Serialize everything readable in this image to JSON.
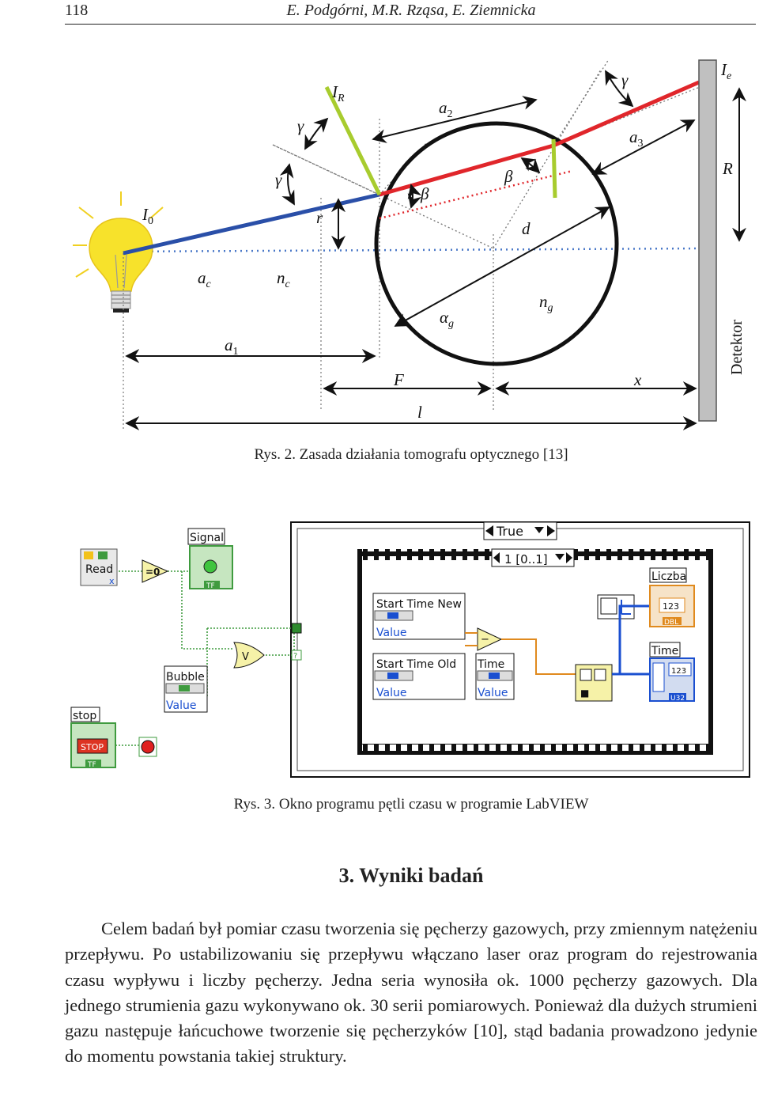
{
  "header": {
    "page_number": "118",
    "running_head": "E. Podgórni, M.R. Rząsa, E. Ziemnicka"
  },
  "figure2": {
    "caption": "Rys. 2. Zasada działania tomografu optycznego [13]",
    "labels": {
      "I0": "I",
      "I0_sub": "0",
      "IR": "I",
      "IR_sub": "R",
      "Ie": "I",
      "Ie_sub": "e",
      "a2": "a",
      "a2_sub": "2",
      "a3": "a",
      "a3_sub": "3",
      "a1": "a",
      "a1_sub": "1",
      "ac": "a",
      "ac_sub": "c",
      "nc": "n",
      "nc_sub": "c",
      "ng": "n",
      "ng_sub": "g",
      "alpha_g": "α",
      "alpha_g_sub": "g",
      "gamma": "γ",
      "beta": "β",
      "r": "r",
      "d": "d",
      "R": "R",
      "F": "F",
      "x": "x",
      "l": "l",
      "detector": "Detektor"
    }
  },
  "figure3": {
    "caption": "Rys. 3. Okno programu pętli czasu w programie LabVIEW",
    "case_selector": "True",
    "sequence_selector": "1 [0..1]",
    "controls": {
      "read": "Read",
      "signal": "Signal",
      "bubble": "Bubble",
      "bubble_value": "Value",
      "stop": "stop",
      "stop_button": "STOP",
      "start_time_new": "Start Time New",
      "start_time_new_value": "Value",
      "start_time_old": "Start Time Old",
      "start_time_old_value": "Value",
      "time_in": "Time",
      "time_in_value": "Value",
      "liczba": "Liczba",
      "liczba_value": "123",
      "liczba_type": "DBL",
      "time_out": "Time",
      "time_out_value": "123",
      "time_out_type": "U32",
      "tf": "TF"
    }
  },
  "section": {
    "heading": "3. Wyniki badań",
    "paragraph": "Celem badań był pomiar czasu tworzenia się pęcherzy gazowych, przy zmiennym natężeniu przepływu. Po ustabilizowaniu się przepływu włączano laser oraz program do rejestrowania czasu wypływu i liczby pęcherzy. Jedna seria wynosiła ok. 1000 pęcherzy gazowych. Dla jednego strumienia gazu wykonywano ok. 30 serii pomiarowych. Ponieważ dla dużych strumieni gazu następuje łańcuchowe tworzenie się pęcherzyków [10], stąd badania prowadzono jedynie do momentu powstania takiej struktury."
  },
  "colors": {
    "incident_ray": "#2a4fa8",
    "refracted_ray": "#e0262b",
    "reflected_ray": "#a8cc2e",
    "bulb": "#f7e22b",
    "wire": "#2a4fa8",
    "lv_green": "#3f9b3f",
    "lv_orange": "#e08a1e"
  }
}
